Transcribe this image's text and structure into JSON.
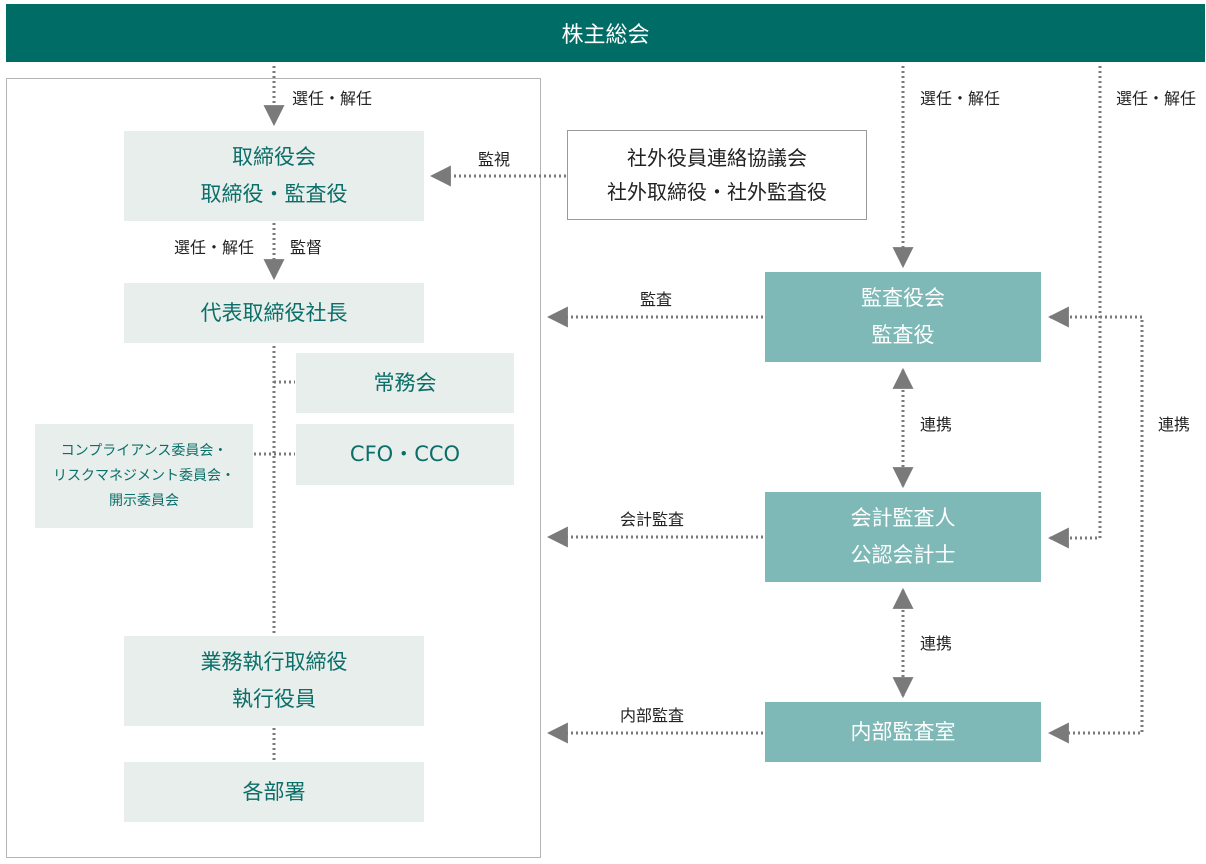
{
  "header": {
    "title": "株主総会"
  },
  "boxes": {
    "board": {
      "line1": "取締役会",
      "line2": "取締役・監査役"
    },
    "president": {
      "label": "代表取締役社長"
    },
    "executive_committee": {
      "label": "常務会"
    },
    "cfo_cco": {
      "label": "CFO・CCO"
    },
    "committees": {
      "line1": "コンプライアンス委員会・",
      "line2": "リスクマネジメント委員会・",
      "line3": "開示委員会"
    },
    "executive_officers": {
      "line1": "業務執行取締役",
      "line2": "執行役員"
    },
    "departments": {
      "label": "各部署"
    },
    "outside_council": {
      "line1": "社外役員連絡協議会",
      "line2": "社外取締役・社外監査役"
    },
    "audit_board": {
      "line1": "監査役会",
      "line2": "監査役"
    },
    "accounting_auditor": {
      "line1": "会計監査人",
      "line2": "公認会計士"
    },
    "internal_audit": {
      "label": "内部監査室"
    }
  },
  "labels": {
    "elect_dismiss_board": "選任・解任",
    "elect_dismiss_audit": "選任・解任",
    "elect_dismiss_accounting": "選任・解任",
    "monitor": "監視",
    "elect_dismiss_president": "選任・解任",
    "supervise": "監督",
    "audit": "監査",
    "accounting_audit": "会計監査",
    "internal_audit": "内部監査",
    "cooperation_1": "連携",
    "cooperation_2": "連携",
    "cooperation_right": "連携"
  },
  "colors": {
    "header": "#006c66",
    "light_box": "#e8eeec",
    "light_text": "#0b6e68",
    "teal_box": "#7eb9b7",
    "line": "#7a7a7a"
  }
}
